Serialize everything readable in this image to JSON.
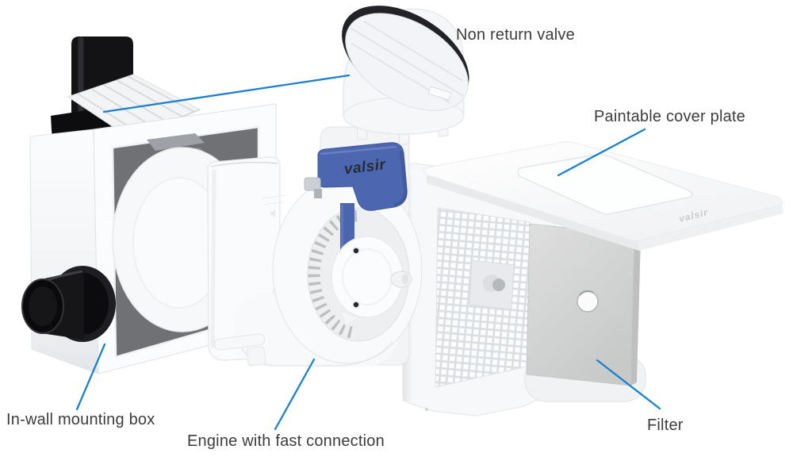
{
  "page": {
    "background": "#ffffff"
  },
  "diagram": {
    "type": "exploded-product-diagram",
    "labels": {
      "non_return_valve": "Non return valve",
      "paintable_cover_plate": "Paintable cover plate",
      "in_wall_mounting_box": "In-wall mounting box",
      "engine_fast_connection": "Engine with fast connection",
      "filter": "Filter"
    },
    "branding": {
      "engine_clip_logo": "valsir",
      "cover_plate_logo": "valsir"
    },
    "colors": {
      "leader_line": "#1a80cf",
      "label_text": "#3c3c3b",
      "clip_blue": "#4c67b0",
      "pipe_black": "#151518",
      "interior_gray": "#6f7174",
      "filter_gray": "#d5d6d5"
    }
  }
}
